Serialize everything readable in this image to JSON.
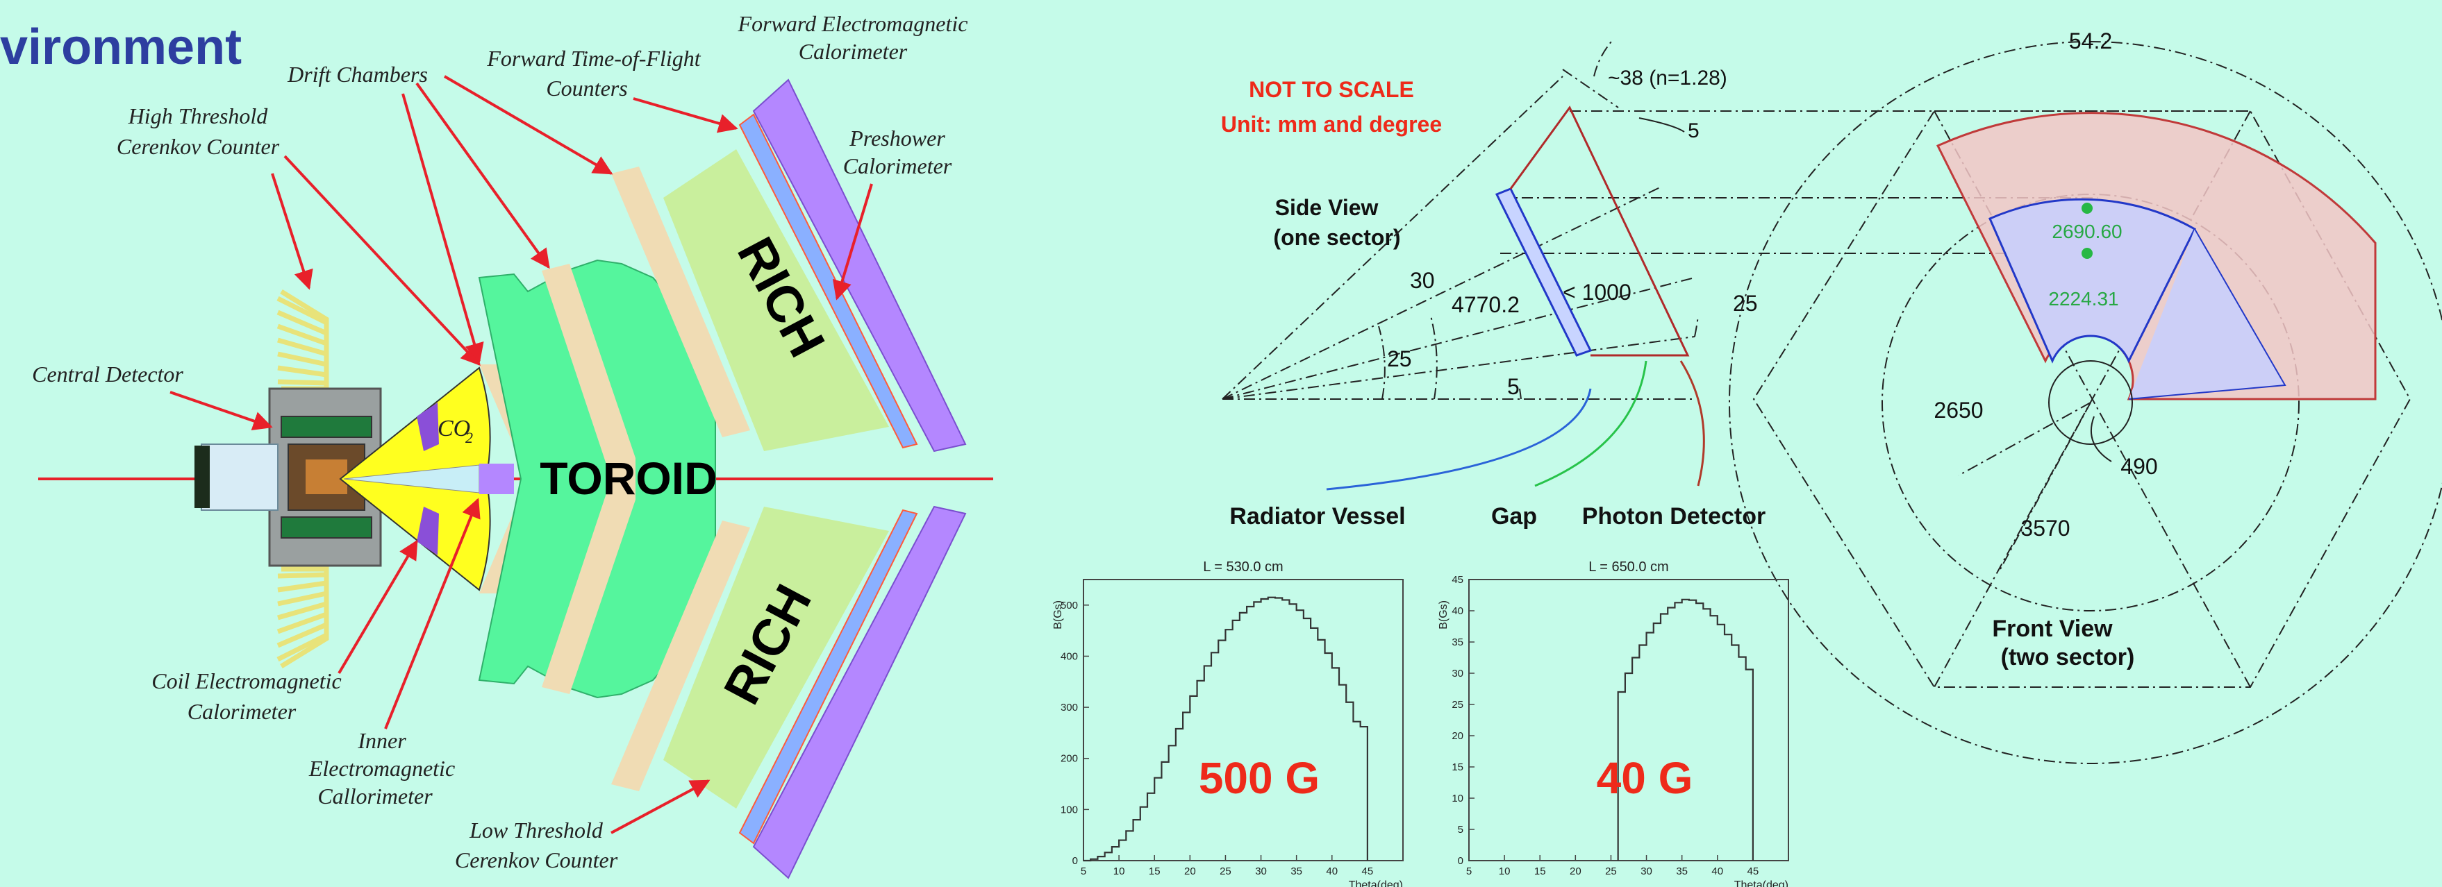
{
  "slide": {
    "title_fragment": "vironment",
    "colors": {
      "background": "#c5fbe9",
      "title": "#2d3ea0",
      "toroid": "#55f59d",
      "rich": "#c9ef9d",
      "calorimeter": "#b487ff",
      "tof": "#f0dcb4",
      "arrow": "#e8202a",
      "co2": "#ffff1f",
      "annotation_red": "#ee2a1a"
    }
  },
  "detector": {
    "labels": {
      "high_threshold": [
        "High Threshold",
        "Cerenkov Counter"
      ],
      "drift": [
        "Drift Chambers"
      ],
      "forward_tof": [
        "Forward Time-of-Flight",
        "Counters"
      ],
      "forward_em": [
        "Forward Electromagnetic",
        "Calorimeter"
      ],
      "preshower": [
        "Preshower",
        "Calorimeter"
      ],
      "central": [
        "Central Detector"
      ],
      "coil_em": [
        "Coil Electromagnetic",
        "Calorimeter"
      ],
      "inner_em": [
        "Inner",
        "Electromagnetic",
        "Callorimeter"
      ],
      "low_threshold": [
        "Low Threshold",
        "Cerenkov Counter"
      ]
    },
    "toroid": "TOROID",
    "rich_top": "RICH",
    "rich_bottom": "RICH",
    "co2": "CO",
    "co2_sub": "2"
  },
  "rich_schematic": {
    "note1": "NOT TO SCALE",
    "note2": "Unit: mm and degree",
    "side_view": [
      "Side View",
      "(one sector)"
    ],
    "front_view": [
      "Front View",
      "(two sector)"
    ],
    "dims": {
      "angle_38": "~38 (n=1.28)",
      "d5_top": "5",
      "d30": "30",
      "d4770": "4770.2",
      "d1000": "< 1000",
      "d25_right": "25",
      "d25_left": "25",
      "d5_bottom": "5",
      "d54": "54.2",
      "d2690": "2690.60",
      "d2224": "2224.31",
      "d2650": "2650",
      "d490": "490",
      "d3570": "3570"
    },
    "labels": {
      "radiator": "Radiator Vessel",
      "gap": "Gap",
      "photon": "Photon Detector"
    }
  },
  "chart_data": [
    {
      "type": "line",
      "title": "L = 530.0 cm",
      "ylabel": "B(Gs)",
      "xlabel": "Theta(deg)",
      "xlim": [
        5,
        50
      ],
      "ylim": [
        0,
        550
      ],
      "xticks": [
        "5",
        "10",
        "15",
        "20",
        "25",
        "30",
        "35",
        "40",
        "45"
      ],
      "yticks": [
        "0",
        "100",
        "200",
        "300",
        "400",
        "500"
      ],
      "annotation": "500 G",
      "x": [
        5,
        6,
        7,
        8,
        9,
        10,
        11,
        12,
        13,
        14,
        15,
        16,
        17,
        18,
        19,
        20,
        21,
        22,
        23,
        24,
        25,
        26,
        27,
        28,
        29,
        30,
        31,
        32,
        33,
        34,
        35,
        36,
        37,
        38,
        39,
        40,
        41,
        42,
        43,
        44,
        45
      ],
      "y": [
        0,
        3,
        8,
        16,
        27,
        40,
        58,
        80,
        105,
        132,
        162,
        193,
        225,
        258,
        290,
        322,
        352,
        381,
        407,
        431,
        452,
        470,
        485,
        497,
        506,
        512,
        515,
        514,
        510,
        502,
        490,
        474,
        455,
        432,
        406,
        377,
        344,
        310,
        272,
        262,
        0
      ]
    },
    {
      "type": "line",
      "title": "L = 650.0 cm",
      "ylabel": "B(Gs)",
      "xlabel": "Theta(deg)",
      "xlim": [
        5,
        50
      ],
      "ylim": [
        0,
        45
      ],
      "xticks": [
        "5",
        "10",
        "15",
        "20",
        "25",
        "30",
        "35",
        "40",
        "45"
      ],
      "yticks": [
        "0",
        "5",
        "10",
        "15",
        "20",
        "25",
        "30",
        "35",
        "40",
        "45"
      ],
      "annotation": "40 G",
      "x": [
        26,
        27,
        28,
        29,
        30,
        31,
        32,
        33,
        34,
        35,
        36,
        37,
        38,
        39,
        40,
        41,
        42,
        43,
        44,
        45
      ],
      "y": [
        27,
        30,
        32.5,
        34.5,
        36.5,
        38,
        39.5,
        40.5,
        41.3,
        41.8,
        41.7,
        41.2,
        40.3,
        39.2,
        37.8,
        36.2,
        34.5,
        32.6,
        30.6,
        0
      ]
    }
  ]
}
